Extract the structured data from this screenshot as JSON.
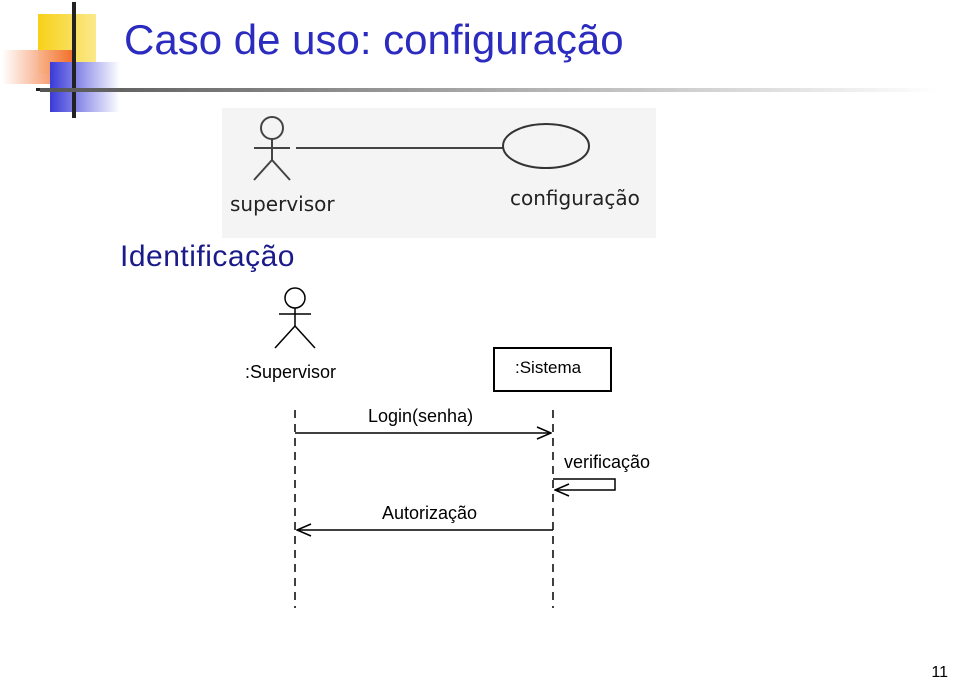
{
  "slide": {
    "title": "Caso de uso: configuração",
    "page_number": "11"
  },
  "use_case_diagram": {
    "actor_label": "supervisor",
    "use_case_label": "configuração"
  },
  "section": {
    "heading": "Identificação"
  },
  "sequence_diagram": {
    "actor_label": ":Supervisor",
    "object_label": ":Sistema",
    "messages": [
      {
        "label": "Login(senha)"
      },
      {
        "label": "verificação"
      },
      {
        "label": "Autorização"
      }
    ]
  },
  "colors": {
    "title": "#2b2bbf",
    "heading": "#1a1a8a",
    "logo_yellow": "#f7d117",
    "logo_orange": "#f26b2a",
    "logo_blue": "#3a3ad8"
  }
}
